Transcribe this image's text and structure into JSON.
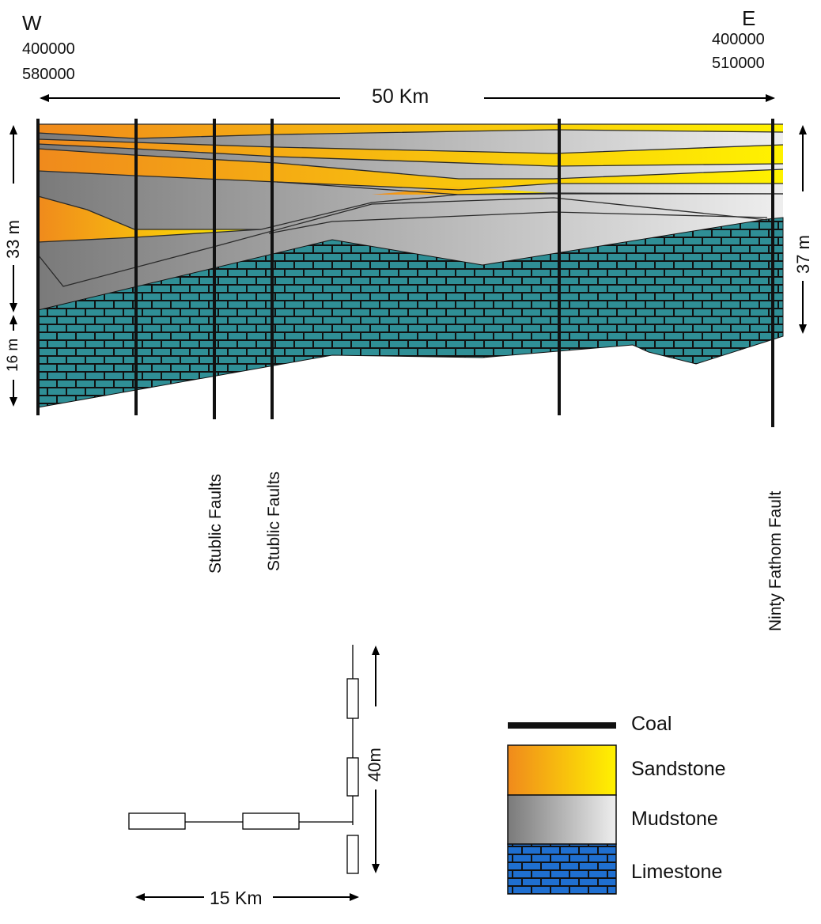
{
  "header": {
    "west": {
      "direction": "W",
      "easting": "400000",
      "northing": "580000"
    },
    "east": {
      "direction": "E",
      "easting": "400000",
      "northing": "510000"
    },
    "width_label": "50 Km"
  },
  "thickness": {
    "left_upper": "33 m",
    "left_lower": "16 m",
    "right": "37 m"
  },
  "faults": [
    {
      "label": "Stublic Faults"
    },
    {
      "label": "Stublic Faults"
    },
    {
      "label": "Ninty Fathom Fault"
    }
  ],
  "scale": {
    "vertical": "40m",
    "horizontal": "15 Km"
  },
  "legend": {
    "items": [
      {
        "label": "Coal",
        "swatch": "line"
      },
      {
        "label": "Sandstone",
        "swatch": "gradient-orange-yellow"
      },
      {
        "label": "Mudstone",
        "swatch": "gradient-gray"
      },
      {
        "label": "Limestone",
        "swatch": "brick-blue"
      }
    ]
  },
  "colors": {
    "sandstone_start": "#f08a1c",
    "sandstone_end": "#fff200",
    "mudstone_start": "#7a7a7a",
    "mudstone_end": "#eeeeee",
    "limestone_section": "#2f8f96",
    "limestone_legend": "#1f6fd0",
    "coal": "#111111"
  }
}
